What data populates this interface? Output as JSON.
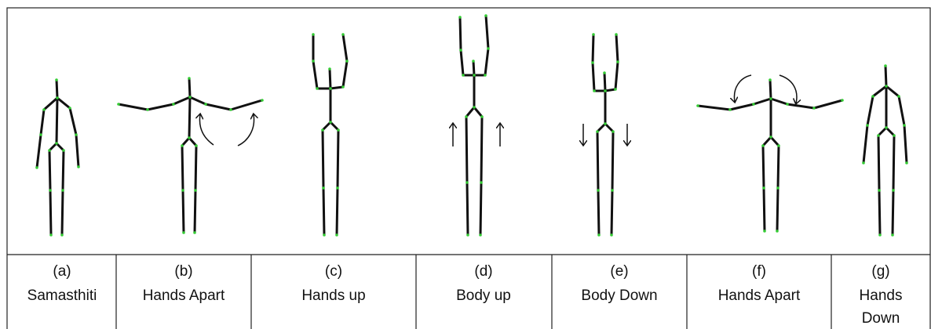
{
  "panels": [
    {
      "letter": "(a)",
      "lines": [
        "Samasthiti"
      ],
      "icon": "stick-figure-arms-down"
    },
    {
      "letter": "(b)",
      "lines": [
        "Hands Apart"
      ],
      "icon": "stick-figure-arms-out-with-up-arrows"
    },
    {
      "letter": "(c)",
      "lines": [
        "Hands up"
      ],
      "icon": "stick-figure-arms-up"
    },
    {
      "letter": "(d)",
      "lines": [
        "Body up"
      ],
      "icon": "stick-figure-arms-up-with-up-arrows"
    },
    {
      "letter": "(e)",
      "lines": [
        "Body Down"
      ],
      "icon": "stick-figure-arms-up-with-down-arrows"
    },
    {
      "letter": "(f)",
      "lines": [
        "Hands Apart"
      ],
      "icon": "stick-figure-arms-out-with-down-arrows"
    },
    {
      "letter": "(g)",
      "lines": [
        "Hands",
        "Down"
      ],
      "icon": "stick-figure-arms-down"
    }
  ],
  "colors": {
    "bone": "#111111",
    "joint": "#33cc33",
    "border": "#222222"
  }
}
